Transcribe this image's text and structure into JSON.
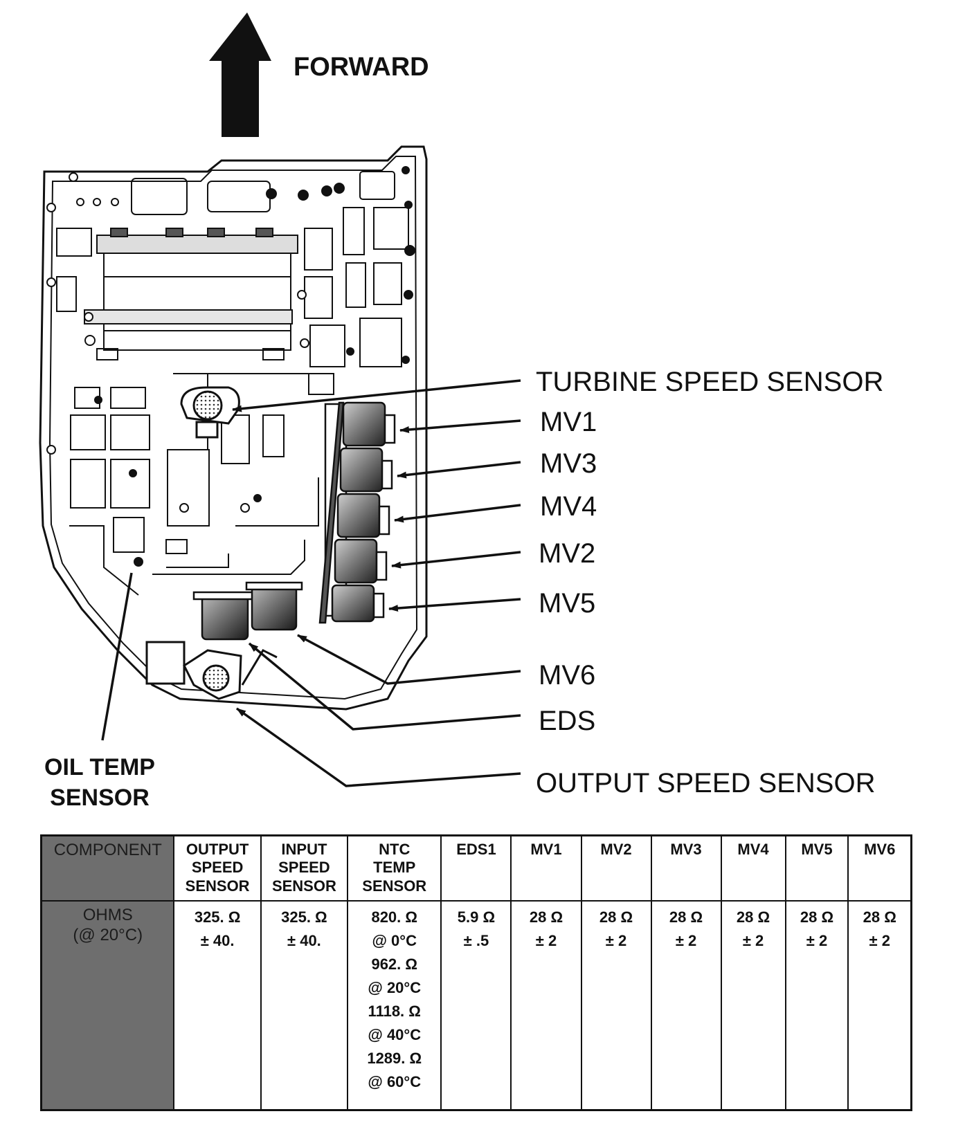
{
  "diagram": {
    "forward_label": "FORWARD",
    "callouts": {
      "turbine": "TURBINE SPEED SENSOR",
      "mv1": "MV1",
      "mv3": "MV3",
      "mv4": "MV4",
      "mv2": "MV2",
      "mv5": "MV5",
      "mv6": "MV6",
      "eds": "EDS",
      "output": "OUTPUT SPEED SENSOR",
      "oil_line1": "OIL TEMP",
      "oil_line2": "SENSOR"
    }
  },
  "table": {
    "row_header_component": "COMPONENT",
    "row_header_ohms_line1": "OHMS",
    "row_header_ohms_line2": "(@ 20°C)",
    "columns": [
      {
        "header": [
          "OUTPUT",
          "SPEED",
          "SENSOR"
        ],
        "values": [
          "325. Ω",
          "± 40."
        ]
      },
      {
        "header": [
          "INPUT",
          "SPEED",
          "SENSOR"
        ],
        "values": [
          "325. Ω",
          "± 40."
        ]
      },
      {
        "header": [
          "NTC",
          "TEMP",
          "SENSOR"
        ],
        "values": [
          "820. Ω",
          "@ 0°C",
          "962. Ω",
          "@ 20°C",
          "1118. Ω",
          "@ 40°C",
          "1289. Ω",
          "@ 60°C"
        ]
      },
      {
        "header": [
          "EDS1"
        ],
        "values": [
          "5.9 Ω",
          "± .5"
        ]
      },
      {
        "header": [
          "MV1"
        ],
        "values": [
          "28 Ω",
          "± 2"
        ]
      },
      {
        "header": [
          "MV2"
        ],
        "values": [
          "28 Ω",
          "± 2"
        ]
      },
      {
        "header": [
          "MV3"
        ],
        "values": [
          "28 Ω",
          "± 2"
        ]
      },
      {
        "header": [
          "MV4"
        ],
        "values": [
          "28 Ω",
          "± 2"
        ]
      },
      {
        "header": [
          "MV5"
        ],
        "values": [
          "28 Ω",
          "± 2"
        ]
      },
      {
        "header": [
          "MV6"
        ],
        "values": [
          "28 Ω",
          "± 2"
        ]
      }
    ]
  }
}
